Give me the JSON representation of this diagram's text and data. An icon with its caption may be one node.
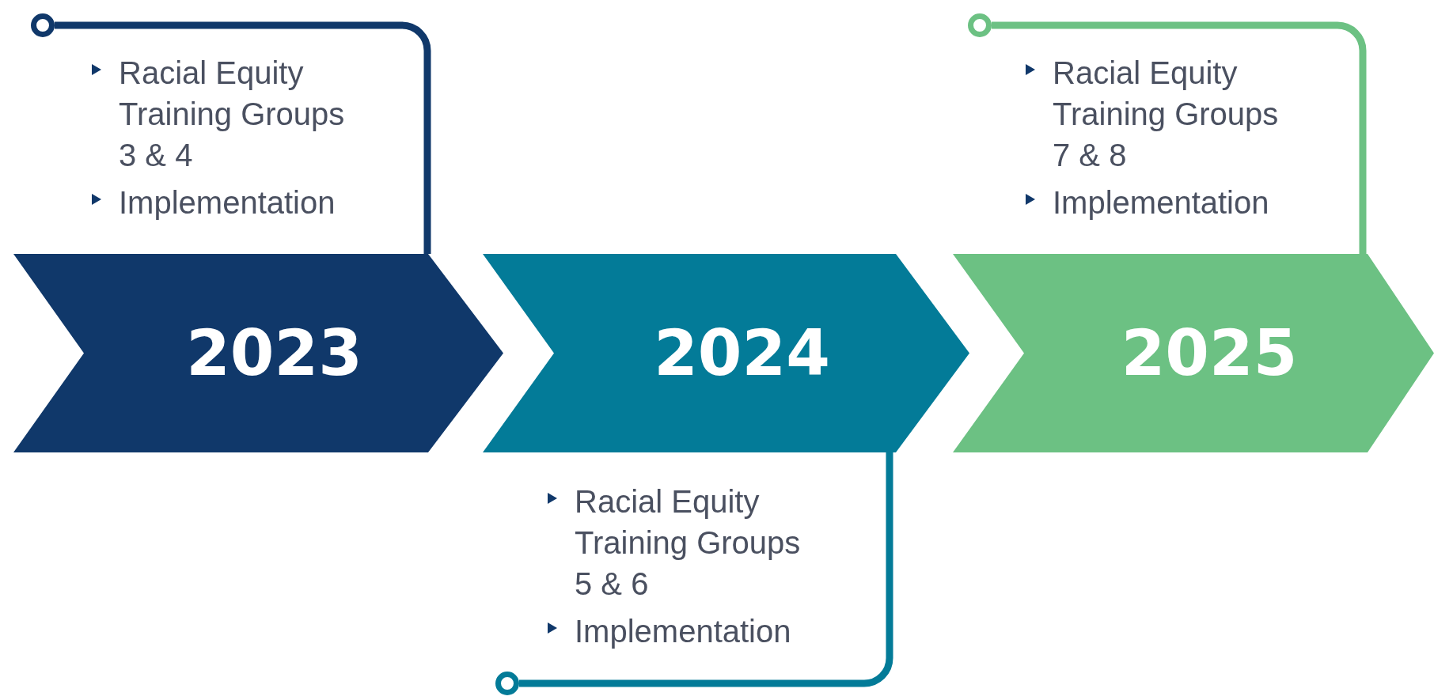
{
  "diagram": {
    "nodes": [
      {
        "text": [
          "2023"
        ],
        "beside": [
          "Racial Equity Training Groups 3 & 4",
          "Implementation"
        ]
      },
      {
        "text": [
          "2024"
        ],
        "beside": [
          "Racial Equity Training Groups 5 & 6",
          "Implementation"
        ]
      },
      {
        "text": [
          "2025"
        ],
        "beside": [
          "Racial Equity Training Groups 7 & 8",
          "Implementation"
        ]
      },
      {
        "text": [],
        "shape": "circle"
      },
      {
        "text": [],
        "shape": "circle"
      },
      {
        "text": [],
        "shape": "circle"
      }
    ],
    "edges": [
      {
        "from": 3,
        "to": 0,
        "arrow": "none",
        "color": "#10386a"
      },
      {
        "from": 1,
        "to": 4,
        "arrow": "none",
        "color": "#037b98"
      },
      {
        "from": 5,
        "to": 2,
        "arrow": "none",
        "color": "#6cc183"
      }
    ]
  }
}
